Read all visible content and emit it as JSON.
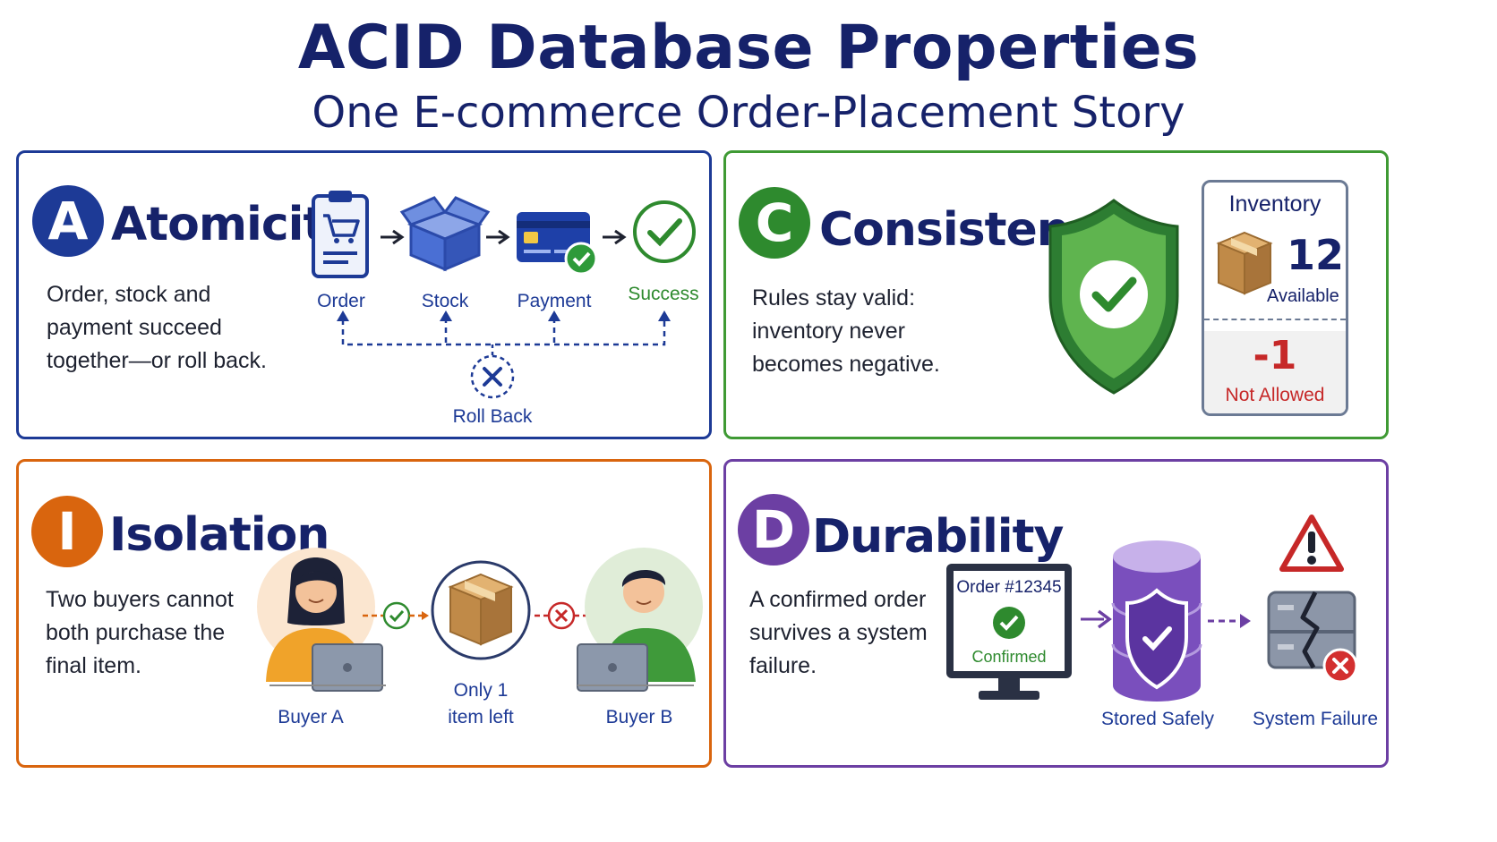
{
  "header": {
    "title": "ACID Database Properties",
    "subtitle": "One E-commerce Order-Placement Story"
  },
  "colors": {
    "navy": "#16226a",
    "atomicity": "#1d3a96",
    "consistency": "#2e8a2e",
    "isolation": "#d9650e",
    "durability": "#6c3fa3",
    "error": "#c62828"
  },
  "atomicity": {
    "letter": "A",
    "title": "Atomicity",
    "description": "Order, stock and payment succeed together—or roll back.",
    "steps": [
      {
        "label": "Order",
        "icon": "clipboard-cart-icon"
      },
      {
        "label": "Stock",
        "icon": "box-icon"
      },
      {
        "label": "Payment",
        "icon": "credit-card-icon"
      },
      {
        "label": "Success",
        "icon": "check-circle-icon"
      }
    ],
    "rollback_label": "Roll Back"
  },
  "consistency": {
    "letter": "C",
    "title": "Consistency",
    "description": "Rules stay valid: inventory never becomes negative.",
    "inventory": {
      "title": "Inventory",
      "count": "12",
      "available_label": "Available",
      "negative_value": "-1",
      "not_allowed_label": "Not Allowed"
    }
  },
  "isolation": {
    "letter": "I",
    "title": "Isolation",
    "description": "Two buyers cannot both purchase the final item.",
    "buyer_a": "Buyer A",
    "buyer_b": "Buyer B",
    "item_label_line1": "Only 1",
    "item_label_line2": "item left"
  },
  "durability": {
    "letter": "D",
    "title": "Durability",
    "description": "A confirmed order survives a system failure.",
    "order_number": "Order #12345",
    "confirmed_label": "Confirmed",
    "stored_label": "Stored Safely",
    "failure_label": "System Failure"
  }
}
